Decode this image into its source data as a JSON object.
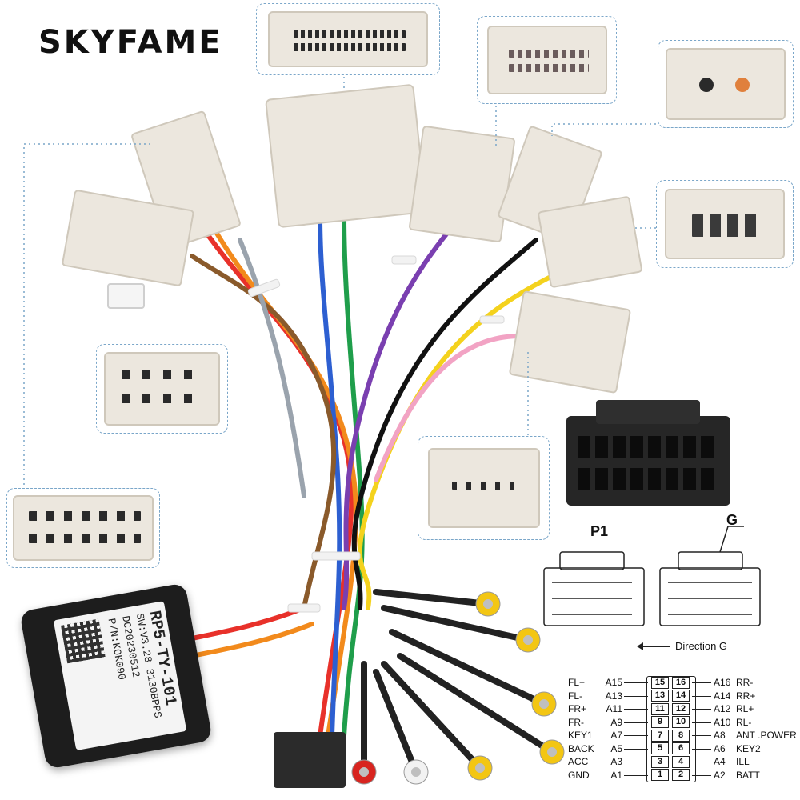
{
  "brand": {
    "name": "SKYFAME"
  },
  "module": {
    "model": "RP5-TY-101",
    "sw": "SW:V3.28 3130BPPS",
    "date": "DC20230512",
    "pn": "P/N:KOK090"
  },
  "diagram": {
    "p1_label": "P1",
    "g_label": "G",
    "direction_label": "Direction G",
    "pinout": {
      "rows": [
        {
          "left_label": "FL+",
          "left_code": "A15",
          "left_num": "15",
          "right_num": "16",
          "right_code": "A16",
          "right_label": "RR-"
        },
        {
          "left_label": "FL-",
          "left_code": "A13",
          "left_num": "13",
          "right_num": "14",
          "right_code": "A14",
          "right_label": "RR+"
        },
        {
          "left_label": "FR+",
          "left_code": "A11",
          "left_num": "11",
          "right_num": "12",
          "right_code": "A12",
          "right_label": "RL+"
        },
        {
          "left_label": "FR-",
          "left_code": "A9",
          "left_num": "9",
          "right_num": "10",
          "right_code": "A10",
          "right_label": "RL-"
        },
        {
          "left_label": "KEY1",
          "left_code": "A7",
          "left_num": "7",
          "right_num": "8",
          "right_code": "A8",
          "right_label": "ANT .POWER"
        },
        {
          "left_label": "BACK",
          "left_code": "A5",
          "left_num": "5",
          "right_num": "6",
          "right_code": "A6",
          "right_label": "KEY2"
        },
        {
          "left_label": "ACC",
          "left_code": "A3",
          "left_num": "3",
          "right_num": "4",
          "right_code": "A4",
          "right_label": "ILL"
        },
        {
          "left_label": "GND",
          "left_code": "A1",
          "left_num": "1",
          "right_num": "2",
          "right_code": "A2",
          "right_label": "BATT"
        }
      ]
    }
  },
  "colors": {
    "callout_border": "#7aa6c9",
    "connector_body": "#ece7de",
    "wire_colors": [
      "#e8312a",
      "#f28a1c",
      "#2d5fd1",
      "#1f9e4b",
      "#7a3fb0",
      "#111111",
      "#f4d21d",
      "#f2a3c4",
      "#8a5a2b",
      "#9aa3ad"
    ],
    "rca_yellow": "#f3c613",
    "rca_red": "#d8241f",
    "rca_white": "#f2f2f2"
  }
}
